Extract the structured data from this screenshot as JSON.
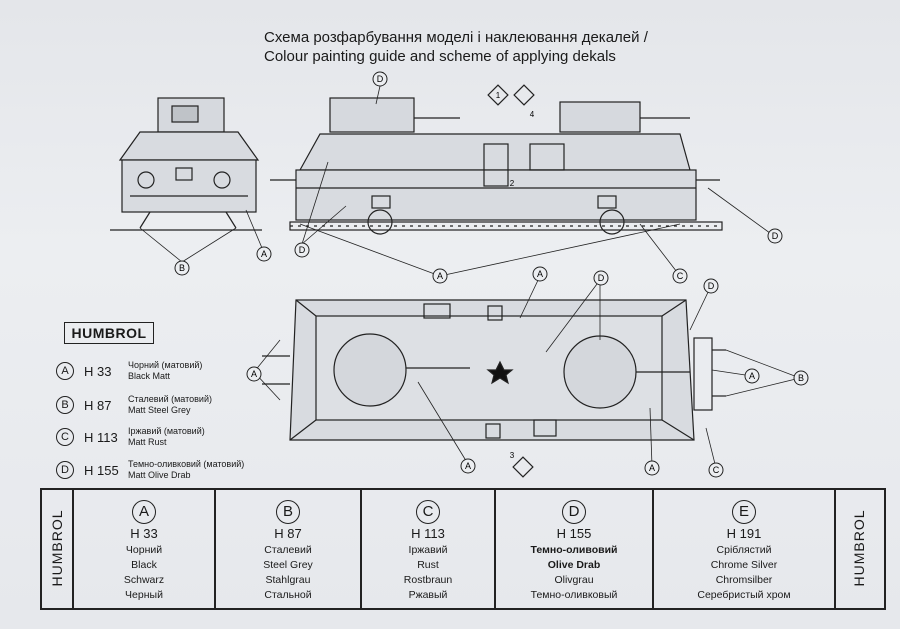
{
  "title_ua": "Схема розфарбування моделі і наклеювання декалей /",
  "title_en": "Colour painting guide and scheme of applying dekals",
  "humbrol_label": "HUMBROL",
  "legend": [
    {
      "letter": "A",
      "code": "H 33",
      "ua": "Чорний (матовий)",
      "en": "Black Matt"
    },
    {
      "letter": "B",
      "code": "H 87",
      "ua": "Сталевий (матовий)",
      "en": "Matt Steel Grey"
    },
    {
      "letter": "C",
      "code": "H 113",
      "ua": "Іржавий (матовий)",
      "en": "Matt Rust"
    },
    {
      "letter": "D",
      "code": "H 155",
      "ua": "Темно-оливковий (матовий)",
      "en": "Matt Olive Drab"
    }
  ],
  "table_side_label": "HUMBROL",
  "table": [
    {
      "letter": "A",
      "code": "H 33",
      "names": [
        "Чорний",
        "Black",
        "Schwarz",
        "Черный"
      ]
    },
    {
      "letter": "B",
      "code": "H 87",
      "names": [
        "Сталевий",
        "Steel Grey",
        "Stahlgrau",
        "Стальной"
      ]
    },
    {
      "letter": "C",
      "code": "H 113",
      "names": [
        "Іржавий",
        "Rust",
        "Rostbraun",
        "Ржавый"
      ]
    },
    {
      "letter": "D",
      "code": "H 155",
      "names": [
        "Темно-оливовий",
        "Olive Drab",
        "Olivgrau",
        "Темно-оливковый"
      ]
    },
    {
      "letter": "E",
      "code": "H 191",
      "names": [
        "Сріблястий",
        "Chrome Silver",
        "Chromsilber",
        "Серебристый хром"
      ]
    }
  ],
  "callout_letters": {
    "a": "A",
    "b": "B",
    "c": "C",
    "d": "D"
  },
  "decal_numbers": [
    "1",
    "2",
    "3",
    "4"
  ]
}
